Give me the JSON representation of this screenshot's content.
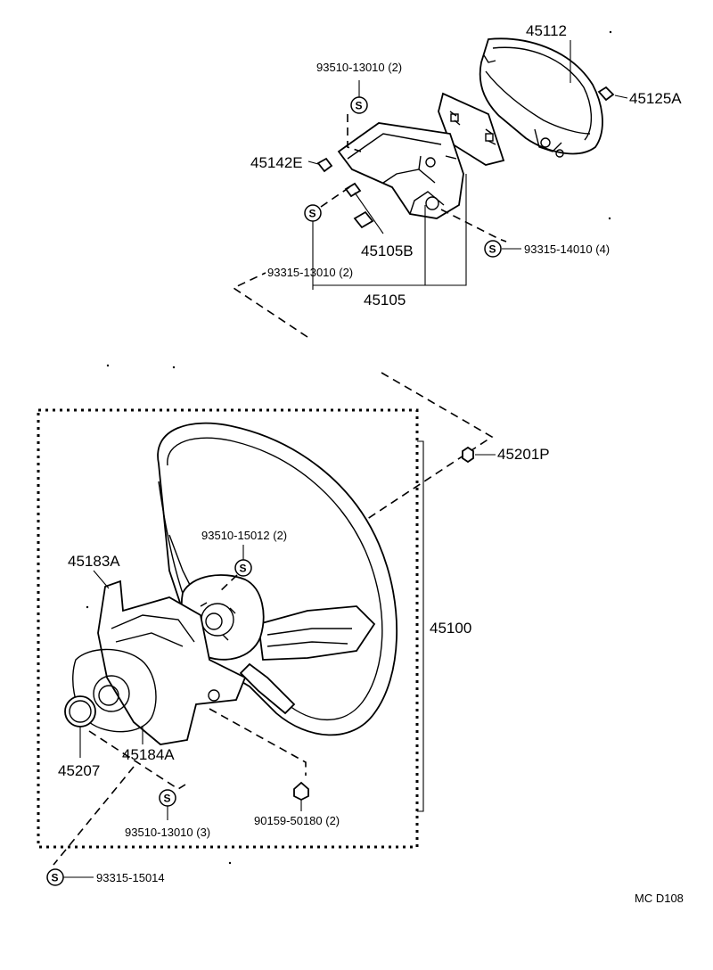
{
  "diagram": {
    "code": "MC D108",
    "labels": {
      "p45112": "45112",
      "p45125A": "45125A",
      "p93510_13010_2": "93510-13010 (2)",
      "p45142E": "45142E",
      "p45105B": "45105B",
      "p93315_14010_4": "93315-14010 (4)",
      "p93315_13010_2": "93315-13010 (2)",
      "p45105": "45105",
      "p45201P": "45201P",
      "p93510_15012_2": "93510-15012 (2)",
      "p45183A": "45183A",
      "p45100": "45100",
      "p45207": "45207",
      "p45184A": "45184A",
      "p90159_50180_2": "90159-50180 (2)",
      "p93510_13010_3": "93510-13010 (3)",
      "p93315_15014": "93315-15014"
    },
    "symbol_letter": "S"
  }
}
